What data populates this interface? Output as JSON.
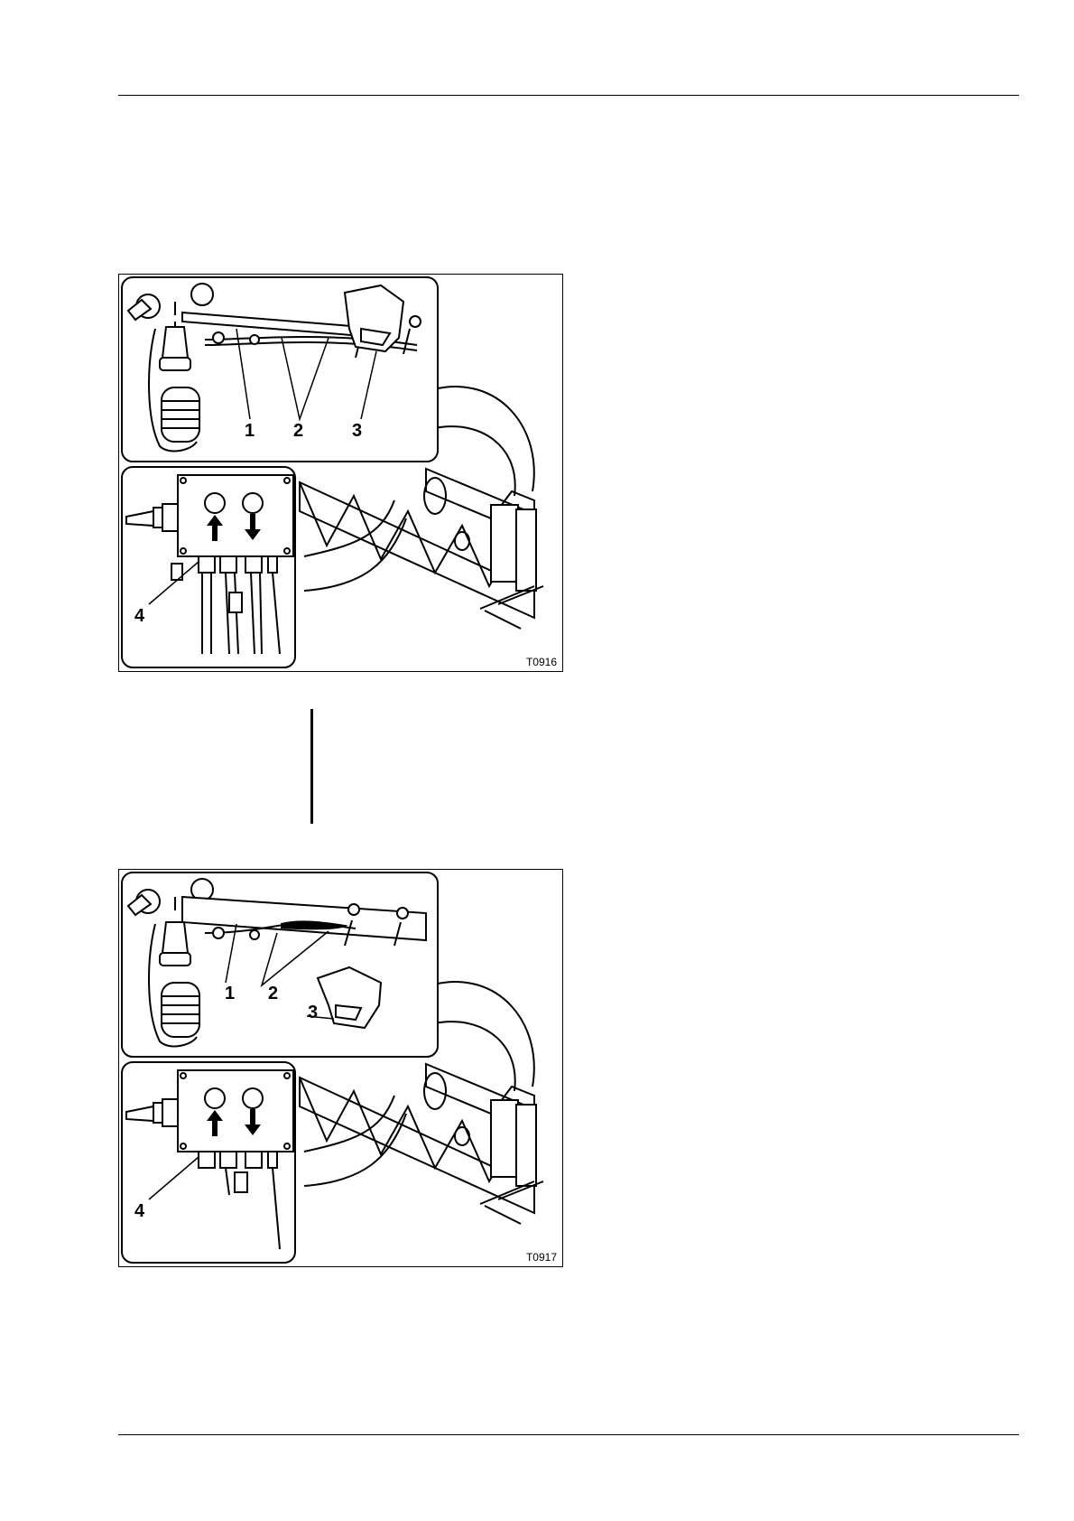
{
  "figures": [
    {
      "code": "T0916",
      "callouts": {
        "c1": "1",
        "c2": "2",
        "c3": "3",
        "c4": "4"
      }
    },
    {
      "code": "T0917",
      "callouts": {
        "c1": "1",
        "c2": "2",
        "c3": "3",
        "c4": "4"
      }
    }
  ],
  "icons": {
    "up_arrow": "up-arrow-icon",
    "down_arrow": "down-arrow-icon"
  }
}
